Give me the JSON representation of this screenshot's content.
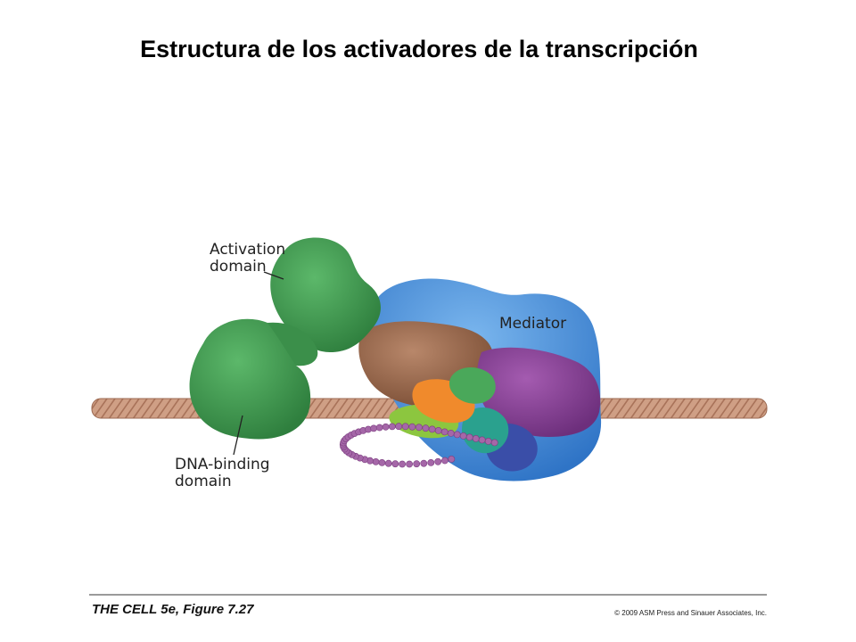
{
  "slide": {
    "title": "Estructura de los activadores de la transcripción"
  },
  "figure": {
    "labels": {
      "activation_domain_line1": "Activation",
      "activation_domain_line2": "domain",
      "mediator": "Mediator",
      "dna_binding_line1": "DNA-binding",
      "dna_binding_line2": "domain"
    },
    "colors": {
      "dna": "#c9957a",
      "activator": "#3f9a4f",
      "mediator": "#4a8fd6",
      "brown_complex": "#9b6a4d",
      "purple_complex": "#8a4396",
      "orange_factor": "#f08a2c",
      "teal_factor": "#2aa18e",
      "dark_blue": "#3a4ea8",
      "lime": "#8cc63f",
      "ctd_beads": "#a567a8"
    }
  },
  "footer": {
    "citation": "THE CELL 5e, Figure 7.27",
    "copyright": "© 2009 ASM Press and Sinauer Associates, Inc."
  }
}
